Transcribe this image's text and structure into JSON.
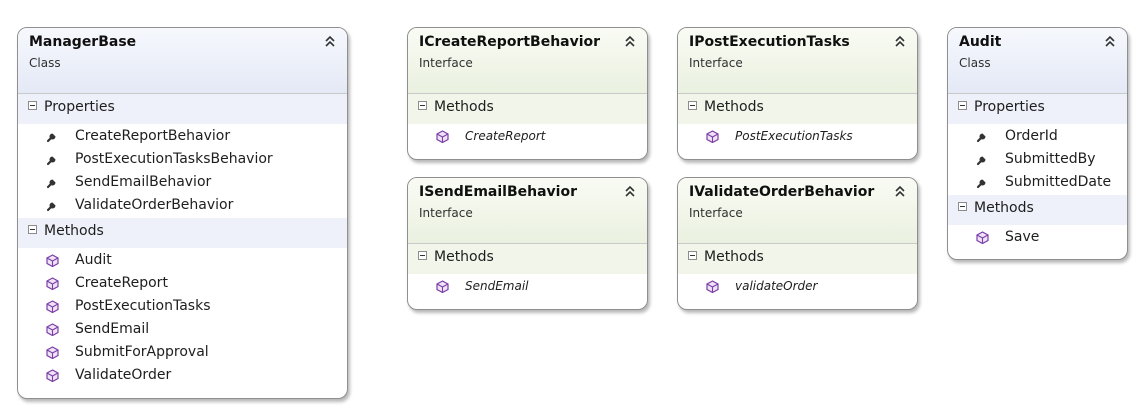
{
  "colors": {
    "class_header": "#e4e9f6",
    "interface_header": "#eaf1e0",
    "method_icon": "#7b3fa6",
    "property_icon": "#3a3a3a",
    "border": "#8f8f8f"
  },
  "icons": {
    "collapse": "double-chevron-up-icon",
    "property": "wrench-icon",
    "method": "cube-icon",
    "section_toggle": "minus-box-icon"
  },
  "boxes": [
    {
      "title": "ManagerBase",
      "kind": "Class",
      "sections": [
        {
          "label": "Properties",
          "items": [
            "CreateReportBehavior",
            "PostExecutionTasksBehavior",
            "SendEmailBehavior",
            "ValidateOrderBehavior"
          ]
        },
        {
          "label": "Methods",
          "items": [
            "Audit",
            "CreateReport",
            "PostExecutionTasks",
            "SendEmail",
            "SubmitForApproval",
            "ValidateOrder"
          ]
        }
      ]
    },
    {
      "title": "ICreateReportBehavior",
      "kind": "Interface",
      "sections": [
        {
          "label": "Methods",
          "items": [
            "CreateReport"
          ]
        }
      ]
    },
    {
      "title": "IPostExecutionTasks",
      "kind": "Interface",
      "sections": [
        {
          "label": "Methods",
          "items": [
            "PostExecutionTasks"
          ]
        }
      ]
    },
    {
      "title": "Audit",
      "kind": "Class",
      "sections": [
        {
          "label": "Properties",
          "items": [
            "OrderId",
            "SubmittedBy",
            "SubmittedDate"
          ]
        },
        {
          "label": "Methods",
          "items": [
            "Save"
          ]
        }
      ]
    },
    {
      "title": "ISendEmailBehavior",
      "kind": "Interface",
      "sections": [
        {
          "label": "Methods",
          "items": [
            "SendEmail"
          ]
        }
      ]
    },
    {
      "title": "IValidateOrderBehavior",
      "kind": "Interface",
      "sections": [
        {
          "label": "Methods",
          "items": [
            "validateOrder"
          ]
        }
      ]
    }
  ]
}
